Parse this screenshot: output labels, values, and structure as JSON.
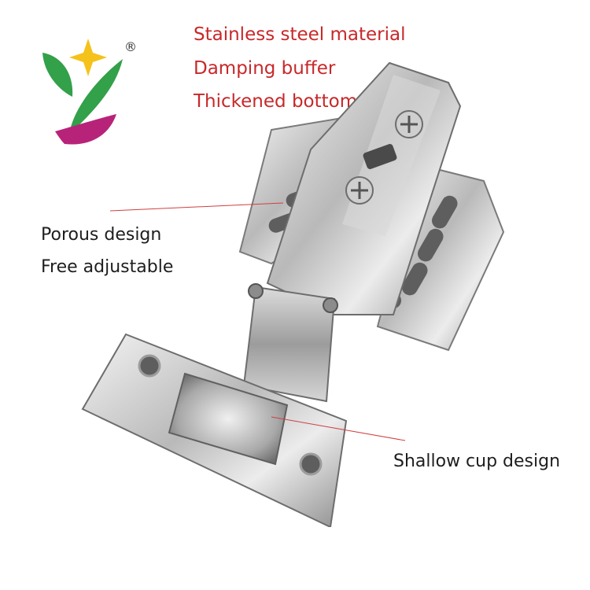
{
  "colors": {
    "feature_text": "#c8282a",
    "callout_text": "#1e1e1e",
    "callout_line": "#d04040",
    "logo_star": "#f5c21b",
    "logo_green": "#33a04a",
    "logo_magenta": "#b8237a"
  },
  "logo": {
    "registered_mark": "®"
  },
  "features": [
    {
      "label": "Stainless steel material"
    },
    {
      "label": "Damping buffer"
    },
    {
      "label": "Thickened bottom"
    }
  ],
  "callouts": {
    "porous": "Porous design",
    "adjustable": "Free adjustable",
    "shallow_cup": "Shallow cup design"
  },
  "product": {
    "icon": "cabinet-hinge-icon"
  }
}
